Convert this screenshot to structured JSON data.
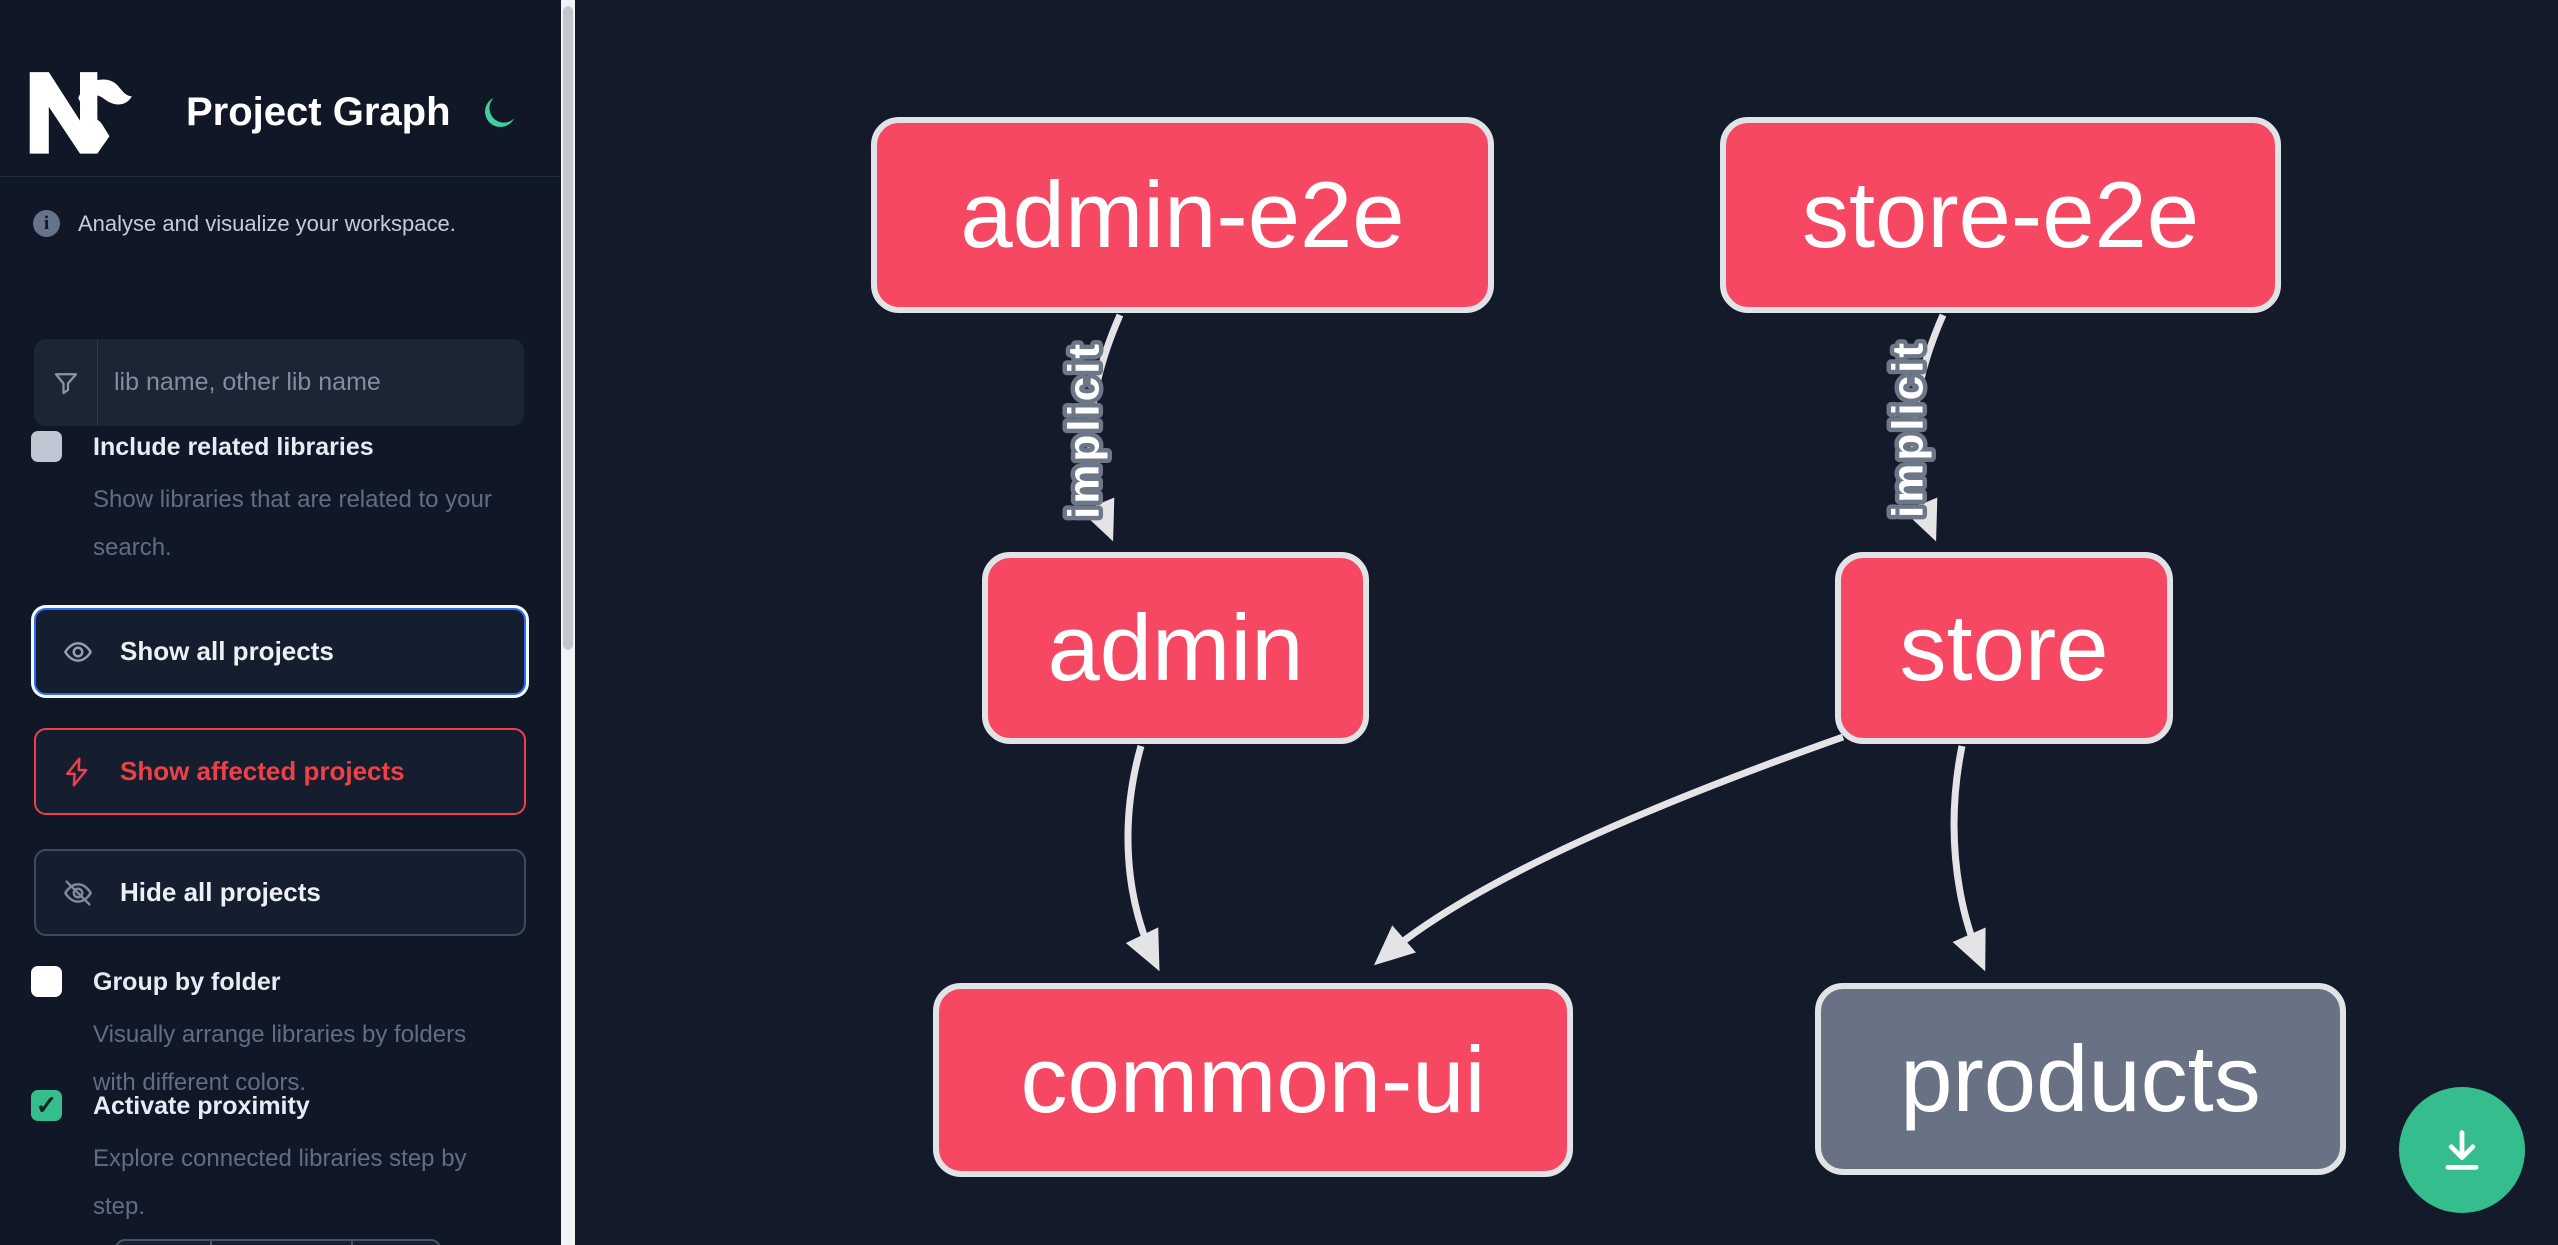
{
  "header": {
    "title": "Project Graph"
  },
  "glyphs": {
    "check": "✓",
    "info": "i"
  },
  "sidebar": {
    "tagline": "Analyse and visualize your workspace.",
    "search": {
      "placeholder": "lib name, other lib name"
    },
    "include_related": {
      "label": "Include related libraries",
      "description": "Show libraries that are related to your search.",
      "checked": false
    },
    "actions": {
      "show_all": {
        "label": "Show all projects"
      },
      "show_affected": {
        "label": "Show affected projects"
      },
      "hide_all": {
        "label": "Hide all projects"
      }
    },
    "group_by_folder": {
      "label": "Group by folder",
      "description": "Visually arrange libraries by folders with different colors.",
      "checked": false
    },
    "activate_proximity": {
      "label": "Activate proximity",
      "description": "Explore connected libraries step by step.",
      "checked": true
    }
  },
  "graph": {
    "nodes": [
      {
        "id": "admin-e2e",
        "label": "admin-e2e",
        "variant": "highlighted"
      },
      {
        "id": "store-e2e",
        "label": "store-e2e",
        "variant": "highlighted"
      },
      {
        "id": "admin",
        "label": "admin",
        "variant": "highlighted"
      },
      {
        "id": "store",
        "label": "store",
        "variant": "highlighted"
      },
      {
        "id": "common-ui",
        "label": "common-ui",
        "variant": "highlighted"
      },
      {
        "id": "products",
        "label": "products",
        "variant": "muted"
      }
    ],
    "edges": [
      {
        "source": "admin-e2e",
        "target": "admin",
        "label": "implicit"
      },
      {
        "source": "store-e2e",
        "target": "store",
        "label": "implicit"
      },
      {
        "source": "admin",
        "target": "common-ui",
        "label": ""
      },
      {
        "source": "store",
        "target": "common-ui",
        "label": ""
      },
      {
        "source": "store",
        "target": "products",
        "label": ""
      }
    ]
  },
  "colors": {
    "background": "#131b2b",
    "sidebar": "#101828",
    "node_highlighted": "#f64862",
    "node_muted": "#697284",
    "node_border": "#e2e3e7",
    "edge": "#e4e4e6",
    "accent_green": "#35bd8e",
    "focus_blue": "#2d6bef",
    "affected_red": "#ee4048"
  }
}
